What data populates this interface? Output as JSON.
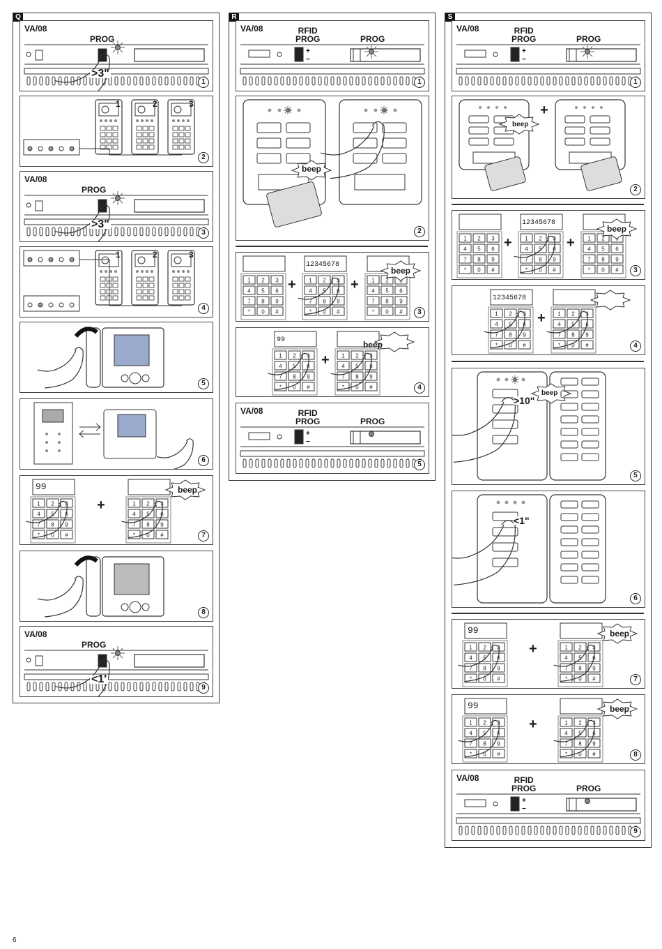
{
  "page_number": "6",
  "sections": {
    "Q": {
      "tag": "Q",
      "panels": {
        "p1": {
          "title": "VA/08",
          "label": "PROG",
          "duration": ">3\"",
          "step": "1"
        },
        "p2": {
          "step": "2",
          "units": [
            "1",
            "2",
            "3"
          ]
        },
        "p3": {
          "title": "VA/08",
          "label": "PROG",
          "duration": ">3\"",
          "step": "3"
        },
        "p4": {
          "step": "4",
          "units": [
            "1",
            "2",
            "3"
          ]
        },
        "p5": {
          "step": "5"
        },
        "p6": {
          "step": "6"
        },
        "p7": {
          "display": "99",
          "beep": "beep",
          "plus": "+",
          "step": "7"
        },
        "p8": {
          "step": "8"
        },
        "p9": {
          "title": "VA/08",
          "label": "PROG",
          "duration": "<1'",
          "step": "9"
        }
      }
    },
    "R": {
      "tag": "R",
      "panels": {
        "p1": {
          "title": "VA/08",
          "rfid_label": "RFID\nPROG",
          "prog_label": "PROG",
          "step": "1"
        },
        "p2": {
          "beep": "beep",
          "step": "2"
        },
        "p3": {
          "display": "12345678",
          "beep": "beep",
          "plus": "+",
          "step": "3"
        },
        "p4": {
          "display": "99",
          "beep": "beep",
          "plus": "+",
          "step": "4"
        },
        "p5": {
          "title": "VA/08",
          "rfid_label": "RFID\nPROG",
          "prog_label": "PROG",
          "step": "5"
        }
      }
    },
    "S": {
      "tag": "S",
      "panels": {
        "p1": {
          "title": "VA/08",
          "rfid_label": "RFID\nPROG",
          "prog_label": "PROG",
          "step": "1"
        },
        "p2": {
          "beep": "beep",
          "plus": "+",
          "step": "2"
        },
        "p3": {
          "display": "12345678",
          "beep": "beep",
          "plus": "+",
          "step": "3"
        },
        "p4": {
          "display": "12345678",
          "plus": "+",
          "step": "4"
        },
        "p5": {
          "beep": "beep",
          "duration": ">10\"",
          "step": "5"
        },
        "p6": {
          "duration": "<1\"",
          "step": "6"
        },
        "p7": {
          "display": "99",
          "beep": "beep",
          "plus": "+",
          "step": "7"
        },
        "p8": {
          "display": "99",
          "beep": "beep",
          "plus": "+",
          "step": "8"
        },
        "p9": {
          "title": "VA/08",
          "rfid_label": "RFID\nPROG",
          "prog_label": "PROG",
          "step": "9"
        }
      }
    }
  },
  "keypad_keys": [
    "1",
    "2",
    "3",
    "4",
    "5",
    "6",
    "7",
    "8",
    "9",
    "*",
    "0",
    "#"
  ]
}
